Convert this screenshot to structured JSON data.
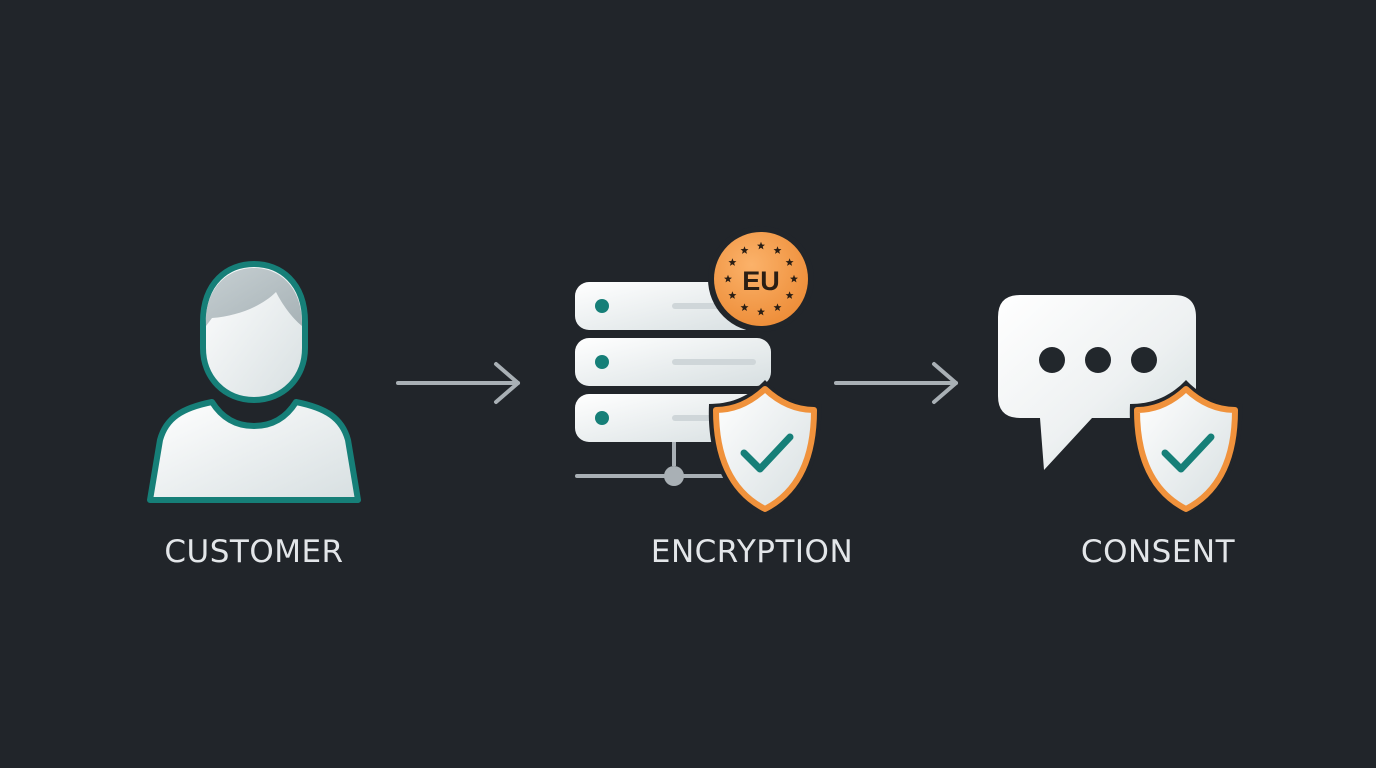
{
  "colors": {
    "background": "#21252a",
    "teal": "#167f78",
    "orange": "#f0923c",
    "light": "#eef1f2",
    "gray": "#a9b0b5",
    "dark": "#22272c"
  },
  "steps": [
    {
      "label": "CUSTOMER",
      "icon": "person-icon"
    },
    {
      "label": "ENCRYPTION",
      "icon": "server-stack-icon"
    },
    {
      "label": "CONSENT",
      "icon": "chat-bubble-icon"
    }
  ],
  "badges": {
    "eu": {
      "text": "EU",
      "icon": "eu-stars-badge-icon"
    },
    "shield": {
      "icon": "shield-check-icon"
    }
  },
  "connectors": [
    {
      "icon": "arrow-right-icon"
    },
    {
      "icon": "arrow-right-icon"
    }
  ]
}
